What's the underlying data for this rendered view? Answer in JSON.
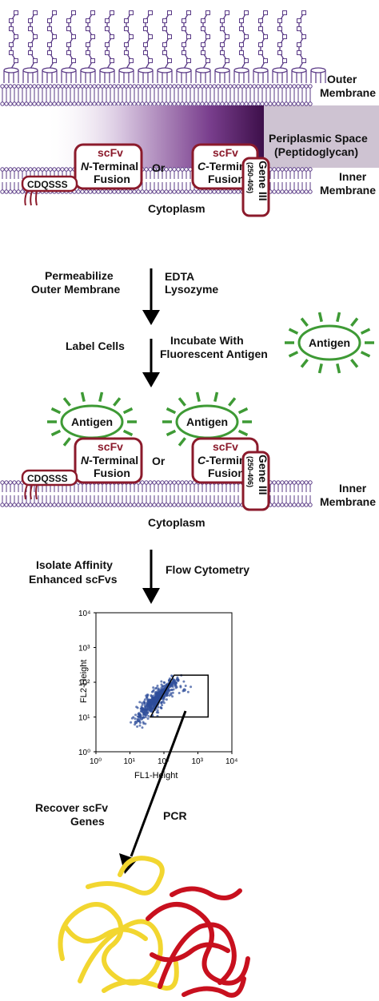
{
  "top_panel": {
    "outer_membrane": [
      "Outer",
      "Membrane"
    ],
    "periplasm": [
      "Periplasmic Space",
      "(Peptidoglycan)"
    ],
    "inner_membrane": [
      "Inner",
      "Membrane"
    ],
    "cytoplasm": "Cytoplasm",
    "scfv": "scFv",
    "n_fusion": [
      "N",
      "-Terminal",
      "Fusion"
    ],
    "c_fusion": [
      "C",
      "-Terminal",
      "Fusion"
    ],
    "or": "Or",
    "cdqsss": "CDQSSS",
    "gene3": "Gene III",
    "gene3_range": "(250-406)"
  },
  "step1": {
    "left": [
      "Permeabilize",
      "Outer Membrane"
    ],
    "right": [
      "EDTA",
      "Lysozyme"
    ]
  },
  "step2": {
    "left": "Label Cells",
    "right": [
      "Incubate With",
      "Fluorescent Antigen"
    ],
    "antigen": "Antigen"
  },
  "labeled_panel": {
    "antigen": "Antigen",
    "scfv": "scFv",
    "n_fusion": [
      "N",
      "-Terminal",
      "Fusion"
    ],
    "c_fusion": [
      "C",
      "-Terminal",
      "Fusion"
    ],
    "or": "Or",
    "cdqsss": "CDQSSS",
    "gene3": "Gene III",
    "gene3_range": "(250-406)",
    "inner_membrane": [
      "Inner",
      "Membrane"
    ],
    "cytoplasm": "Cytoplasm"
  },
  "step3": {
    "left": [
      "Isolate Affinity",
      "Enhanced scFvs"
    ],
    "right": "Flow Cytometry"
  },
  "flow_plot": {
    "xlabel": "FL1-Height",
    "ylabel": "FL2-Height",
    "x_ticks": [
      "10⁰",
      "10¹",
      "10²",
      "10³",
      "10⁴"
    ],
    "y_ticks": [
      "10⁰",
      "10¹",
      "10²",
      "10³",
      "10⁴"
    ]
  },
  "step4": {
    "left": [
      "Recover scFv",
      "Genes"
    ],
    "right": "PCR"
  },
  "colors": {
    "membrane": "#5a3a86",
    "periplasm_dark": "#3d0f4a",
    "fusion_border": "#8b1a2b",
    "antigen_green": "#3e9a35",
    "scatter_blue": "#2e4d9a",
    "protein_yellow": "#f2d630",
    "protein_red": "#c8101e"
  },
  "chart_data": {
    "type": "scatter",
    "title": "",
    "xlabel": "FL1-Height",
    "ylabel": "FL2-Height",
    "xscale": "log",
    "yscale": "log",
    "xlim": [
      1,
      10000
    ],
    "ylim": [
      1,
      10000
    ],
    "points": [
      [
        35,
        18
      ],
      [
        55,
        30
      ],
      [
        70,
        40
      ],
      [
        90,
        55
      ],
      [
        120,
        70
      ],
      [
        45,
        25
      ],
      [
        60,
        22
      ],
      [
        80,
        35
      ],
      [
        25,
        14
      ],
      [
        30,
        12
      ],
      [
        40,
        20
      ],
      [
        50,
        28
      ],
      [
        65,
        45
      ],
      [
        100,
        60
      ],
      [
        150,
        90
      ],
      [
        200,
        110
      ],
      [
        22,
        9
      ],
      [
        18,
        8
      ],
      [
        28,
        16
      ],
      [
        38,
        30
      ],
      [
        48,
        35
      ],
      [
        58,
        38
      ],
      [
        75,
        50
      ],
      [
        110,
        65
      ],
      [
        130,
        80
      ],
      [
        33,
        22
      ],
      [
        42,
        15
      ],
      [
        52,
        19
      ],
      [
        62,
        27
      ],
      [
        72,
        33
      ],
      [
        85,
        42
      ],
      [
        95,
        48
      ],
      [
        20,
        11
      ],
      [
        26,
        13
      ],
      [
        36,
        24
      ],
      [
        46,
        31
      ],
      [
        56,
        24
      ],
      [
        66,
        36
      ],
      [
        78,
        46
      ],
      [
        88,
        58
      ],
      [
        140,
        75
      ],
      [
        170,
        95
      ],
      [
        250,
        120
      ],
      [
        400,
        60
      ],
      [
        30,
        19
      ],
      [
        40,
        27
      ],
      [
        50,
        33
      ],
      [
        60,
        31
      ],
      [
        15,
        7
      ],
      [
        19,
        10
      ],
      [
        24,
        17
      ],
      [
        34,
        26
      ],
      [
        44,
        18
      ],
      [
        54,
        21
      ],
      [
        64,
        29
      ],
      [
        74,
        39
      ],
      [
        84,
        37
      ],
      [
        94,
        52
      ],
      [
        105,
        45
      ],
      [
        115,
        55
      ],
      [
        125,
        62
      ],
      [
        160,
        85
      ],
      [
        190,
        100
      ],
      [
        220,
        95
      ]
    ],
    "gate": {
      "shape": "polygon",
      "vertices": [
        [
          40,
          10
        ],
        [
          200,
          160
        ],
        [
          2000,
          160
        ],
        [
          2000,
          10
        ]
      ]
    }
  }
}
